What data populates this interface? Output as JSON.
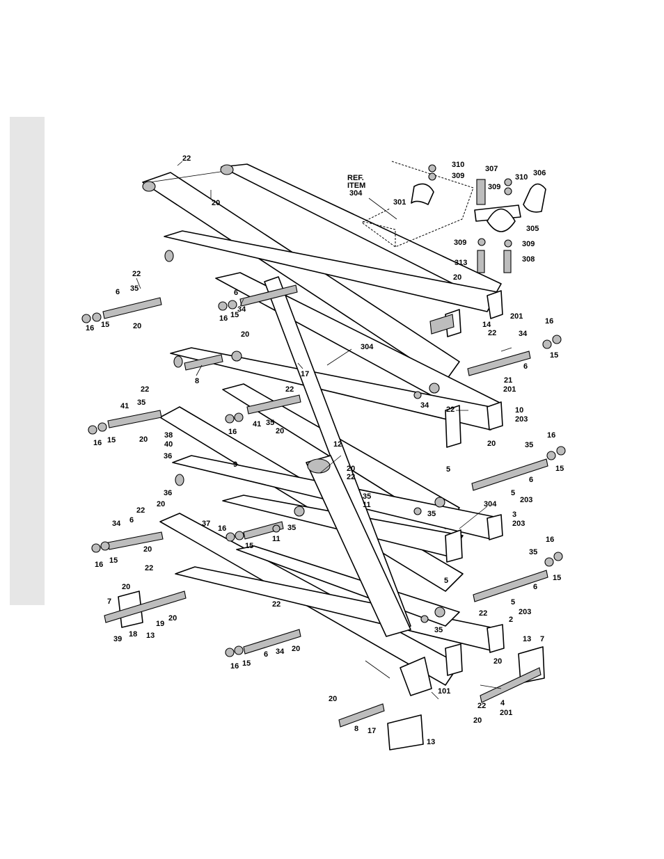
{
  "ref_note": {
    "line1": "REF.",
    "line2": "ITEM",
    "line3": "304"
  },
  "labels": {
    "l22a": "22",
    "l20a": "20",
    "l310a": "310",
    "l309a": "309",
    "l307": "307",
    "l310b": "310",
    "l306": "306",
    "l309b": "309",
    "l301": "301",
    "l305": "305",
    "l309c": "309",
    "l309d": "309",
    "l313": "313",
    "l308": "308",
    "l22b": "22",
    "l6a": "6",
    "l35a": "35",
    "l16a": "16",
    "l15a": "15",
    "l20b": "20",
    "l6b": "6",
    "l34a": "34",
    "l16b": "16",
    "l15b": "15",
    "l20c": "20",
    "l201a": "201",
    "l14": "14",
    "l22c": "22",
    "l16c": "16",
    "l34b": "34",
    "l15c": "15",
    "l6c": "6",
    "l21": "21",
    "l201b": "201",
    "l20d": "20",
    "l304a": "304",
    "l17a": "17",
    "l8a": "8",
    "l22d": "22",
    "l34c": "34",
    "l22e": "22",
    "l10": "10",
    "l203a": "203",
    "l22f": "22",
    "l41a": "41",
    "l35b": "35",
    "l16d": "16",
    "l15d": "15",
    "l20e": "20",
    "l16e": "16",
    "l41b": "41",
    "l35c": "35",
    "l20f": "20",
    "l38": "38",
    "l40": "40",
    "l36a": "36",
    "l12": "12",
    "l20g": "20",
    "l16f": "16",
    "l35d": "35",
    "l15e": "15",
    "l6d": "6",
    "l5a": "5",
    "l203b": "203",
    "l9": "9",
    "l20h": "20",
    "l22g": "22",
    "l35e": "35",
    "l11a": "11",
    "l5b": "5",
    "l36b": "36",
    "l20i": "20",
    "l22h": "22",
    "l37": "37",
    "l304b": "304",
    "l35f": "35",
    "l3": "3",
    "l203c": "203",
    "l34d": "34",
    "l6e": "6",
    "l16g": "16",
    "l15f": "15",
    "l20j": "20",
    "l16h": "16",
    "l15g": "15",
    "l11b": "11",
    "l35g": "35",
    "l16i": "16",
    "l35h": "35",
    "l15h": "15",
    "l6f": "6",
    "l5c": "5",
    "l203d": "203",
    "l22i": "22",
    "l20k": "20",
    "l7a": "7",
    "l19": "19",
    "l20l": "20",
    "l18": "18",
    "l13a": "13",
    "l39": "39",
    "l5d": "5",
    "l35i": "35",
    "l22j": "22",
    "l22k": "22",
    "l2": "2",
    "l6g": "6",
    "l34e": "34",
    "l20m": "20",
    "l16j": "16",
    "l15i": "15",
    "l13b": "13",
    "l7b": "7",
    "l20n": "20",
    "l20o": "20",
    "l101": "101",
    "l22l": "22",
    "l4": "4",
    "l201c": "201",
    "l8b": "8",
    "l17b": "17",
    "l20p": "20",
    "l13c": "13"
  }
}
